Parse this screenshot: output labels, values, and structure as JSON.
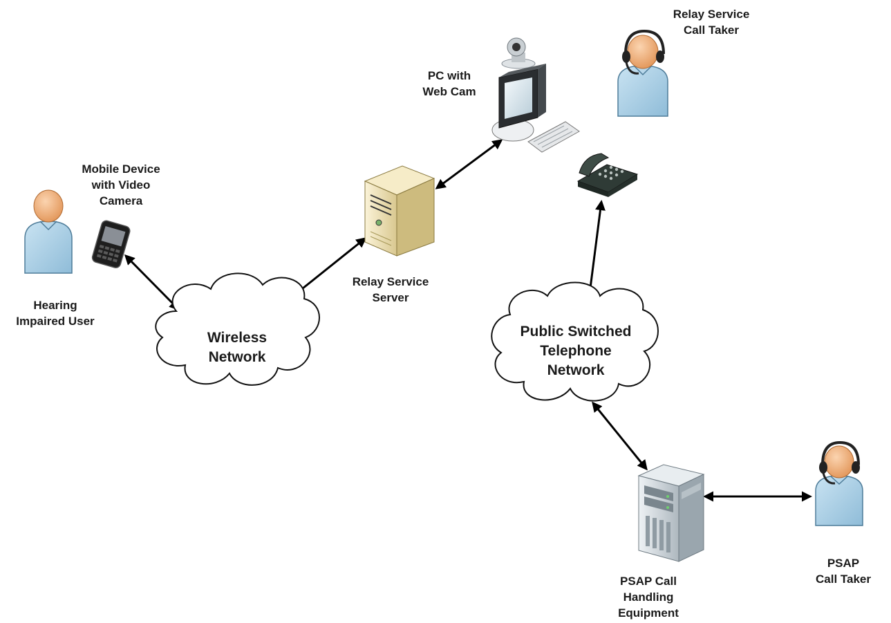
{
  "labels": {
    "hearing_user": [
      "Hearing",
      "Impaired User"
    ],
    "mobile_device": [
      "Mobile Device",
      "with Video",
      "Camera"
    ],
    "relay_server": [
      "Relay Service",
      "Server"
    ],
    "pc_webcam": [
      "PC with",
      "Web Cam"
    ],
    "relay_call_taker": [
      "Relay Service",
      "Call Taker"
    ],
    "wireless_network": [
      "Wireless",
      "Network"
    ],
    "pstn": [
      "Public Switched",
      "Telephone",
      "Network"
    ],
    "psap_equipment": [
      "PSAP Call",
      "Handling",
      "Equipment"
    ],
    "psap_call_taker": [
      "PSAP",
      "Call Taker"
    ]
  },
  "icons": {
    "hearing_user": "person-icon",
    "relay_call_taker": "headset-person-icon",
    "psap_call_taker": "headset-person-icon",
    "mobile_device": "smartphone-icon",
    "relay_server": "tower-server-icon",
    "pc_webcam": "pc-icon",
    "webcam": "webcam-icon",
    "phone": "desk-phone-icon",
    "psap_equipment": "rack-server-icon"
  },
  "colors": {
    "person_body": "#a9cfe6",
    "person_head": "#f0b07c",
    "server_beige": "#efe2b8",
    "rack_gray": "#d6dce0",
    "phone_dark": "#3c4a44",
    "arrow": "#000000"
  }
}
